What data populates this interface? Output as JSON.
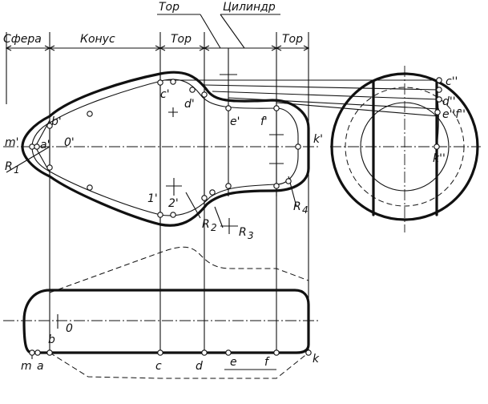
{
  "diagram": {
    "header": {
      "sfera": "Сфера",
      "konus": "Конус",
      "tor_left": "Тор",
      "tor_top": "Тор",
      "cilindr": "Цилиндр",
      "tor_right": "Тор"
    },
    "front_view_points": {
      "m1": "m'",
      "a1": "a'",
      "o1": "0'",
      "b1": "b'",
      "c1": "c'",
      "d1": "d'",
      "e1": "e'",
      "f1": "f'",
      "k1": "k'",
      "one1": "1'",
      "two1": "2'"
    },
    "radii": {
      "r1": "R",
      "r2": "R",
      "r3": "R",
      "r4": "R"
    },
    "side_view_points": {
      "c2": "c''",
      "d2": "d''",
      "ef2": "e''f''",
      "k2": "k''"
    },
    "top_view_points": {
      "m": "m",
      "a": "a",
      "b": "b",
      "o": "0",
      "c": "c",
      "d": "d",
      "e": "e",
      "f": "f",
      "k": "k"
    }
  }
}
